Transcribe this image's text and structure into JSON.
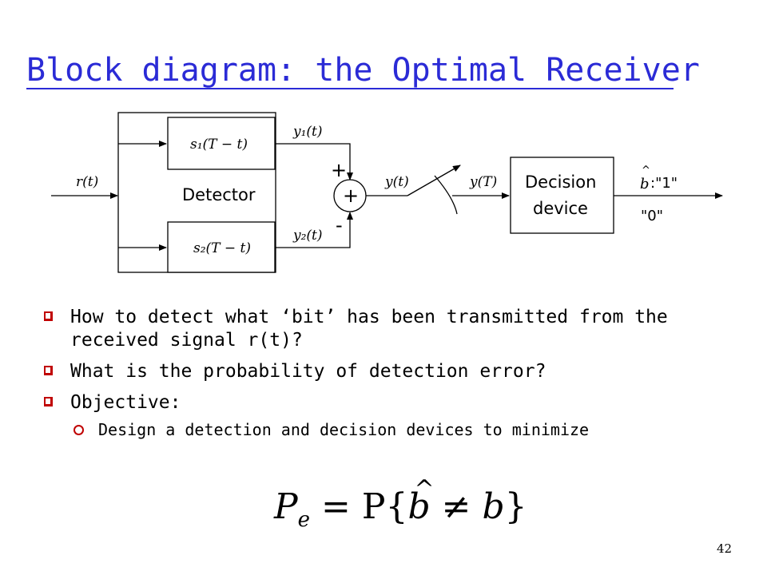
{
  "title": "Block diagram: the Optimal Receiver",
  "diagram": {
    "input_label": "r(t)",
    "filter_top": "s₁(T − t)",
    "filter_bottom": "s₂(T − t)",
    "detector_label": "Detector",
    "y1_label": "y₁(t)",
    "y2_label": "y₂(t)",
    "plus_sign": "+",
    "minus_sign": "-",
    "sum_symbol": "+",
    "y_label": "y(t)",
    "yT_label": "y(T)",
    "decision_line1": "Decision",
    "decision_line2": "device",
    "b_hat_symbol": "^",
    "b_label": "b",
    "output_one": ":\"1\"",
    "output_zero": "\"0\""
  },
  "bullets": [
    "How to detect what ‘bit’ has been transmitted from the received signal r(t)?",
    "What is the probability of detection error?",
    "Objective:"
  ],
  "sub_bullets": [
    "Design a detection and decision devices to minimize"
  ],
  "formula": {
    "P": "P",
    "e": "e",
    "eq": " = P{",
    "b_hat": "b",
    "hat": "^",
    "neq": " ≠ ",
    "b": "b",
    "close": "}"
  },
  "page_number": "42",
  "colors": {
    "title": "#2b2bd6",
    "bullet_marker": "#c00000",
    "diagram_lines": "#000000"
  }
}
